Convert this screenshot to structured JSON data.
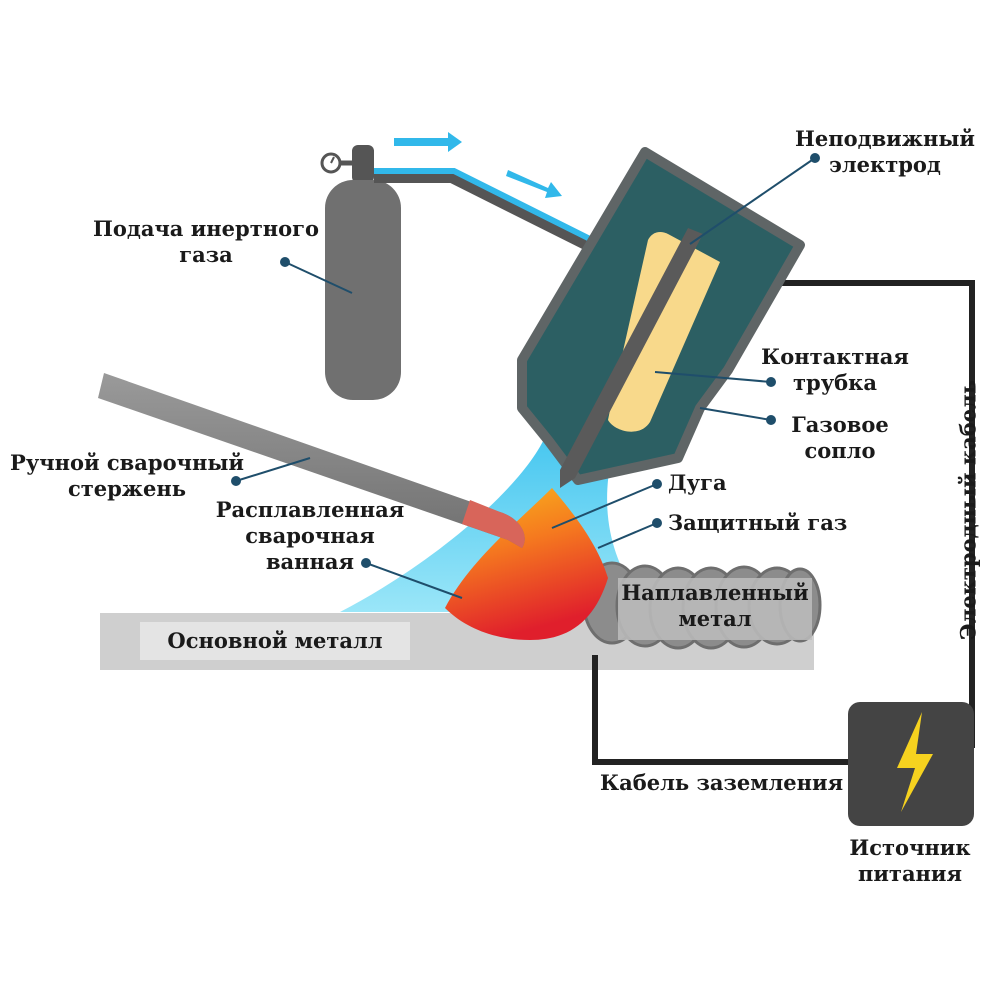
{
  "labels": {
    "inert_gas": [
      "Подача инертного",
      "газа"
    ],
    "electrode": [
      "Неподвижный",
      "электрод"
    ],
    "contact_tube": [
      "Контактная",
      "трубка"
    ],
    "gas_nozzle": [
      "Газовое",
      "сопло"
    ],
    "filler_rod": [
      "Ручной сварочный",
      "стержень"
    ],
    "weld_pool": [
      "Расплавленная",
      "сварочная",
      "ванная"
    ],
    "arc": "Дуга",
    "shield_gas": "Защитный газ",
    "deposited_metal": [
      "Наплавленный",
      "метал"
    ],
    "base_metal": "Основной металл",
    "electrode_cable": "Электродный кабель",
    "ground_cable": "Кабель заземления",
    "power_source": [
      "Источник",
      "питания"
    ]
  },
  "colors": {
    "torch_body": "#2c5f63",
    "torch_rim": "#5f6566",
    "gas_flow": "#31b8ea",
    "shield_gas": "#5fd6f5",
    "contact_tube": "#f8d98b",
    "pool_red": "#e2262b",
    "pool_orange": "#f6a21b",
    "bead_gray": "#8c8c8c",
    "cylinder": "#707070",
    "power_box": "#444444",
    "bolt": "#f6d21f",
    "base_metal": "#cfcfcf",
    "cable": "#222222",
    "leader_dot": "#1f4e6b"
  },
  "icons": {
    "power_source": "lightning-bolt-icon",
    "gauge": "pressure-gauge-icon"
  }
}
